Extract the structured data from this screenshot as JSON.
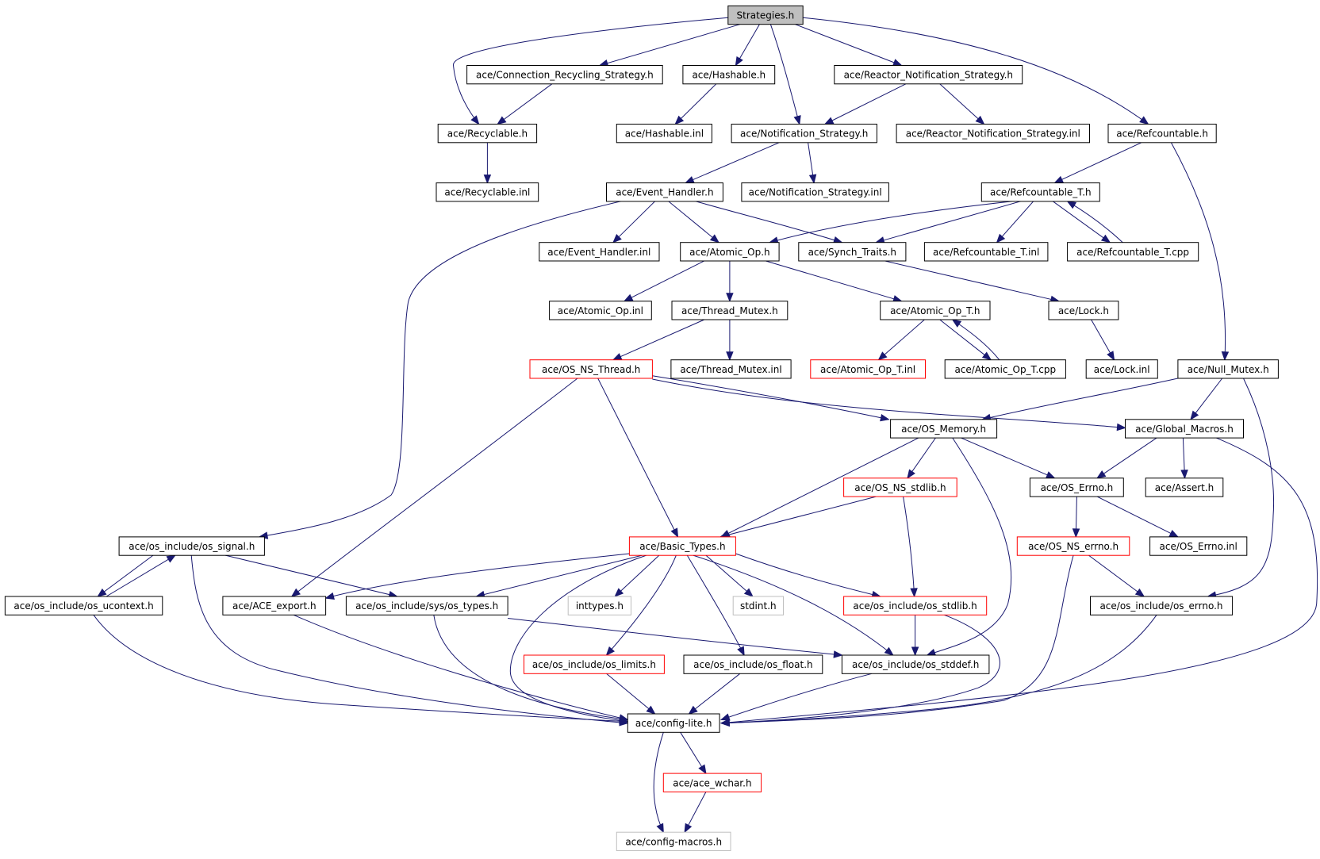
{
  "diagram": {
    "type": "include-dependency-graph",
    "colors": {
      "edge": "#191970",
      "border_default": "#000000",
      "border_red": "#ff0000",
      "border_gray": "#bfbfbf",
      "root_fill": "#bfbfbf"
    },
    "nodes": [
      {
        "id": "strategies_h",
        "label": "Strategies.h",
        "style": "root"
      },
      {
        "id": "connection_recycling_strategy_h",
        "label": "ace/Connection_Recycling_Strategy.h",
        "style": "default"
      },
      {
        "id": "hashable_h",
        "label": "ace/Hashable.h",
        "style": "default"
      },
      {
        "id": "reactor_notification_strategy_h",
        "label": "ace/Reactor_Notification_Strategy.h",
        "style": "default"
      },
      {
        "id": "recyclable_h",
        "label": "ace/Recyclable.h",
        "style": "default"
      },
      {
        "id": "hashable_inl",
        "label": "ace/Hashable.inl",
        "style": "default"
      },
      {
        "id": "notification_strategy_h",
        "label": "ace/Notification_Strategy.h",
        "style": "default"
      },
      {
        "id": "reactor_notification_strategy_inl",
        "label": "ace/Reactor_Notification_Strategy.inl",
        "style": "default"
      },
      {
        "id": "refcountable_h",
        "label": "ace/Refcountable.h",
        "style": "default"
      },
      {
        "id": "recyclable_inl",
        "label": "ace/Recyclable.inl",
        "style": "default"
      },
      {
        "id": "event_handler_h",
        "label": "ace/Event_Handler.h",
        "style": "default"
      },
      {
        "id": "notification_strategy_inl",
        "label": "ace/Notification_Strategy.inl",
        "style": "default"
      },
      {
        "id": "refcountable_t_h",
        "label": "ace/Refcountable_T.h",
        "style": "default"
      },
      {
        "id": "event_handler_inl",
        "label": "ace/Event_Handler.inl",
        "style": "default"
      },
      {
        "id": "atomic_op_h",
        "label": "ace/Atomic_Op.h",
        "style": "default"
      },
      {
        "id": "synch_traits_h",
        "label": "ace/Synch_Traits.h",
        "style": "default"
      },
      {
        "id": "refcountable_t_inl",
        "label": "ace/Refcountable_T.inl",
        "style": "default"
      },
      {
        "id": "refcountable_t_cpp",
        "label": "ace/Refcountable_T.cpp",
        "style": "default"
      },
      {
        "id": "atomic_op_inl",
        "label": "ace/Atomic_Op.inl",
        "style": "default"
      },
      {
        "id": "thread_mutex_h",
        "label": "ace/Thread_Mutex.h",
        "style": "default"
      },
      {
        "id": "atomic_op_t_h",
        "label": "ace/Atomic_Op_T.h",
        "style": "default"
      },
      {
        "id": "lock_h",
        "label": "ace/Lock.h",
        "style": "default"
      },
      {
        "id": "os_ns_thread_h",
        "label": "ace/OS_NS_Thread.h",
        "style": "red"
      },
      {
        "id": "thread_mutex_inl",
        "label": "ace/Thread_Mutex.inl",
        "style": "default"
      },
      {
        "id": "atomic_op_t_inl",
        "label": "ace/Atomic_Op_T.inl",
        "style": "red"
      },
      {
        "id": "atomic_op_t_cpp",
        "label": "ace/Atomic_Op_T.cpp",
        "style": "default"
      },
      {
        "id": "lock_inl",
        "label": "ace/Lock.inl",
        "style": "default"
      },
      {
        "id": "null_mutex_h",
        "label": "ace/Null_Mutex.h",
        "style": "default"
      },
      {
        "id": "os_memory_h",
        "label": "ace/OS_Memory.h",
        "style": "default"
      },
      {
        "id": "global_macros_h",
        "label": "ace/Global_Macros.h",
        "style": "default"
      },
      {
        "id": "os_ns_stdlib_h",
        "label": "ace/OS_NS_stdlib.h",
        "style": "red"
      },
      {
        "id": "os_errno_h",
        "label": "ace/OS_Errno.h",
        "style": "default"
      },
      {
        "id": "assert_h",
        "label": "ace/Assert.h",
        "style": "default"
      },
      {
        "id": "os_signal_h",
        "label": "ace/os_include/os_signal.h",
        "style": "default"
      },
      {
        "id": "basic_types_h",
        "label": "ace/Basic_Types.h",
        "style": "red"
      },
      {
        "id": "os_ns_errno_h",
        "label": "ace/OS_NS_errno.h",
        "style": "red"
      },
      {
        "id": "os_errno_inl",
        "label": "ace/OS_Errno.inl",
        "style": "default"
      },
      {
        "id": "os_ucontext_h",
        "label": "ace/os_include/os_ucontext.h",
        "style": "default"
      },
      {
        "id": "ace_export_h",
        "label": "ace/ACE_export.h",
        "style": "default"
      },
      {
        "id": "sys_os_types_h",
        "label": "ace/os_include/sys/os_types.h",
        "style": "default"
      },
      {
        "id": "inttypes_h",
        "label": "inttypes.h",
        "style": "gray"
      },
      {
        "id": "stdint_h",
        "label": "stdint.h",
        "style": "gray"
      },
      {
        "id": "os_stdlib_h",
        "label": "ace/os_include/os_stdlib.h",
        "style": "red"
      },
      {
        "id": "os_errno_h_inc",
        "label": "ace/os_include/os_errno.h",
        "style": "default"
      },
      {
        "id": "os_limits_h",
        "label": "ace/os_include/os_limits.h",
        "style": "red"
      },
      {
        "id": "os_float_h",
        "label": "ace/os_include/os_float.h",
        "style": "default"
      },
      {
        "id": "os_stddef_h",
        "label": "ace/os_include/os_stddef.h",
        "style": "default"
      },
      {
        "id": "config_lite_h",
        "label": "ace/config-lite.h",
        "style": "default"
      },
      {
        "id": "ace_wchar_h",
        "label": "ace/ace_wchar.h",
        "style": "red"
      },
      {
        "id": "config_macros_h",
        "label": "ace/config-macros.h",
        "style": "gray"
      }
    ]
  }
}
